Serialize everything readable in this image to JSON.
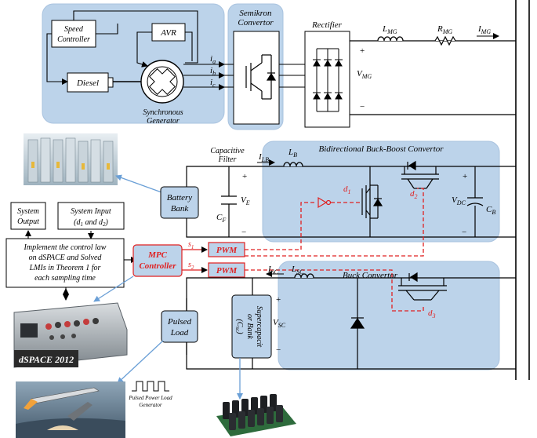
{
  "labels": {
    "speed_controller_l1": "Speed",
    "speed_controller_l2": "Controller",
    "avr": "AVR",
    "diesel": "Diesel",
    "ia": "i",
    "ia_sub": "a",
    "ib": "i",
    "ib_sub": "b",
    "ic": "i",
    "ic_sub": "c",
    "sync_gen_l1": "Synchronous",
    "sync_gen_l2": "Generator",
    "semikron_l1": "Semikron",
    "semikron_l2": "Convertor",
    "rectifier": "Rectifier",
    "lmg": "L",
    "lmg_sub": "MG",
    "rmg": "R",
    "rmg_sub": "MG",
    "img": "I",
    "img_sub": "MG",
    "vmg": "V",
    "vmg_sub": "MG",
    "plus": "+",
    "minus": "−",
    "cap_filter_l1": "Capacitive",
    "cap_filter_l2": "Filter",
    "ilb": "I",
    "ilb_sub": "LB",
    "lb": "L",
    "lb_sub": "B",
    "bidir_title": "Bidirectional  Buck-Boost  Convertor",
    "battery_l1": "Battery",
    "battery_l2": "Bank",
    "ve": "V",
    "ve_sub": "E",
    "cf": "C",
    "cf_sub": "F",
    "d1": "d",
    "d1_sub": "1",
    "d2": "d",
    "d2_sub": "2",
    "d3": "d",
    "d3_sub": "3",
    "vdc": "V",
    "vdc_sub": "DC",
    "cb": "C",
    "cb_sub": "B",
    "sys_output_l1": "System",
    "sys_output_l2": "Output",
    "sys_input_l1": "System Input",
    "sys_input_l2": "(d",
    "sys_input_l2b": "1",
    "sys_input_l2c": " and d",
    "sys_input_l2d": "2",
    "sys_input_l2e": ")",
    "control_l1": "Implement the control law",
    "control_l2": "on dSPACE and Solved",
    "control_l3": "LMIs in Theorem 1 for",
    "control_l4": "each sampling time",
    "mpc_l1": "MPC",
    "mpc_l2": "Controller",
    "s1": "s",
    "s1_sub": "1",
    "s2": "s",
    "s2_sub": "2",
    "pwm1": "PWM",
    "pwm2": "PWM",
    "isc": "I",
    "isc_sub": "SC",
    "lsc": "L",
    "lsc_sub": "SC",
    "buck_title": "Buck Convertor",
    "vsc": "V",
    "vsc_sub": "SC",
    "supercap_l1": "Supercapacit",
    "supercap_l2": "or Bank",
    "supercap_l3": "(C",
    "supercap_l3b": "sc",
    "supercap_l3c": ")",
    "pulsed_l1": "Pulsed",
    "pulsed_l2": "Load",
    "dspace": "dSPACE 2012",
    "pulse_gen_l1": "Pulsed Power Load",
    "pulse_gen_l2": "Generator"
  },
  "colors": {
    "panel_fill": "#bcd3ea",
    "panel_stroke": "#a9c3df",
    "control_red": "#e02020",
    "arrow_blue": "#6a9fd6",
    "wire": "#000000"
  }
}
